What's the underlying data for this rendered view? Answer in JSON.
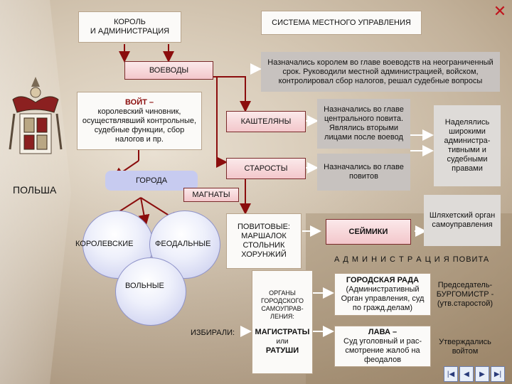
{
  "title": "СИСТЕМА МЕСТНОГО УПРАВЛЕНИЯ",
  "king": "КОРОЛЬ\nИ АДМИНИСТРАЦИЯ",
  "voevody": "ВОЕВОДЫ",
  "voevody_note": "Назначались королем во главе воеводств на неограниченный срок. Руководили местной администрацией, войском, контролировал сбор налогов, решал судебные вопросы",
  "voit_title": "ВОЙТ –",
  "voit_body": "королевский чиновник, осуществлявший контрольные, судебные функции, сбор налогов и пр.",
  "kashtelyany": "КАШТЕЛЯНЫ",
  "kashtelyany_note": "Назначались во главе центрального повита. Являлись вторыми лицами после воевод",
  "starosty": "СТАРОСТЫ",
  "starosty_note": "Назначались во главе повитов",
  "endowed_note": "Наделялись широкими администра-тивными и судебными правами",
  "goroda": "ГОРОДА",
  "polsha": "ПОЛЬША",
  "magnaty": "МАГНАТЫ",
  "korolevskie": "КОРОЛЕВСКИЕ",
  "feodalnye": "ФЕОДАЛЬНЫЕ",
  "volnye": "ВОЛЬНЫЕ",
  "izbirali": "ИЗБИРАЛИ:",
  "povitovye": "ПОВИТОВЫЕ: МАРШАЛОК СТОЛЬНИК ХОРУНЖИЙ",
  "seymiki": "СЕЙМИКИ",
  "shlyakta": "Шляхетский орган самоуправления",
  "admin_povita": "А Д М И Н И С Т Р А Ц И Я   ПОВИТА",
  "organy_title": "ОРГАНЫ ГОРОДСКОГО САМОУПРАВ-ЛЕНИЯ:",
  "magistraty": "МАГИСТРАТЫ",
  "ili": "или",
  "ratushi": "РАТУШИ",
  "rada_title": "ГОРОДСКАЯ РАДА",
  "rada_body": "(Административный Орган управления, суд по гражд.делам)",
  "burgomistr": "Председатель-\nБУРГОМИСТР -\n(утв.старостой)",
  "lava_title": "ЛАВА –",
  "lava_body": "Суд уголовный и рас-смотрение жалоб на феодалов",
  "lava_note": "Утверждались войтом",
  "nav": {
    "first": "|◀",
    "prev": "◀",
    "next": "▶",
    "last": "▶|"
  },
  "colors": {
    "dark_red": "#8b0d0d",
    "pink": "#f3c7cb",
    "lavender": "#c7cbf0",
    "gray": "#c7c2bf"
  }
}
